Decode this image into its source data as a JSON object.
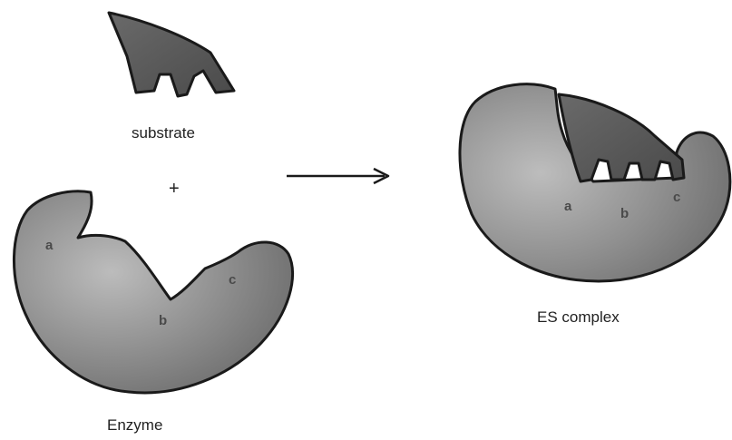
{
  "labels": {
    "substrate": "substrate",
    "plus": "+",
    "enzyme": "Enzyme",
    "es_complex": "ES complex"
  },
  "sites": {
    "enzyme": [
      "a",
      "b",
      "c"
    ],
    "complex": [
      "a",
      "b",
      "c"
    ]
  },
  "colors": {
    "enzyme_fill": "#8a8a8a",
    "enzyme_highlight": "#b5b5b5",
    "substrate_fill": "#5a5a5a",
    "outline": "#1a1a1a",
    "arrow": "#1a1a1a"
  }
}
